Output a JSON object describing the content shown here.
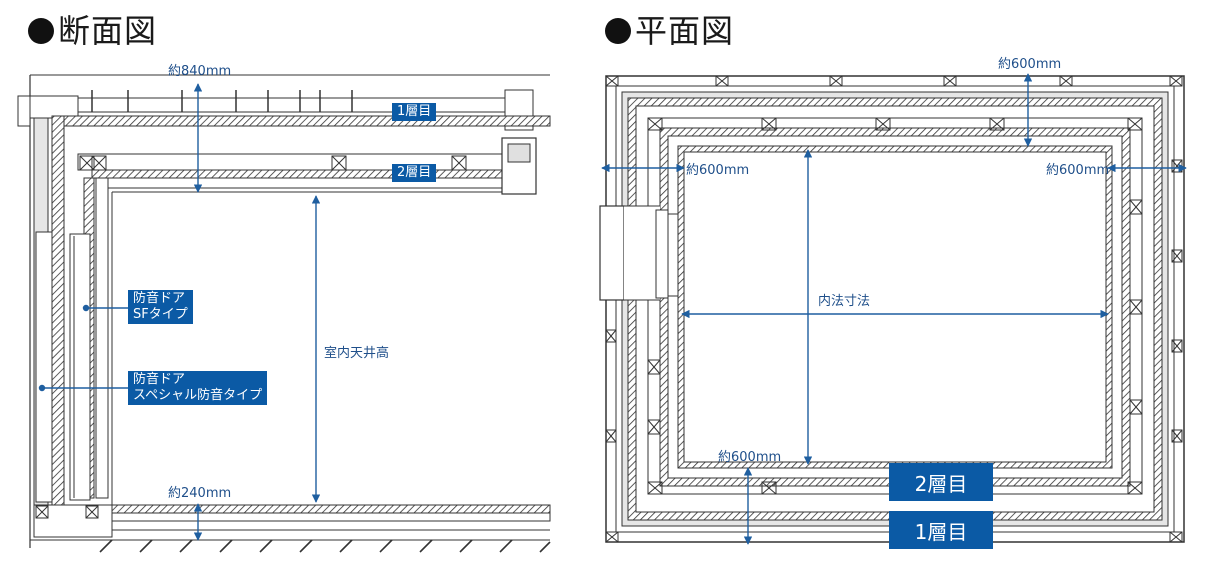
{
  "section": {
    "title": "断面図",
    "dim_top": "約840mm",
    "layer1": "1層目",
    "layer2": "2層目",
    "door_sf": [
      "防音ドア",
      "SFタイプ"
    ],
    "door_special": [
      "防音ドア",
      "スペシャル防音タイプ"
    ],
    "ceiling_height": "室内天井高",
    "dim_bottom": "約240mm"
  },
  "plan": {
    "title": "平面図",
    "dim_top": "約600mm",
    "dim_left": "約600mm",
    "dim_right": "約600mm",
    "inner_dimension": "内法寸法",
    "dim_bottom": "約600mm",
    "layer2": "2層目",
    "layer1": "1層目"
  },
  "colors": {
    "annotation": "#0b5aa5",
    "annotation_text": "#1f4f8a",
    "line": "#333333"
  }
}
